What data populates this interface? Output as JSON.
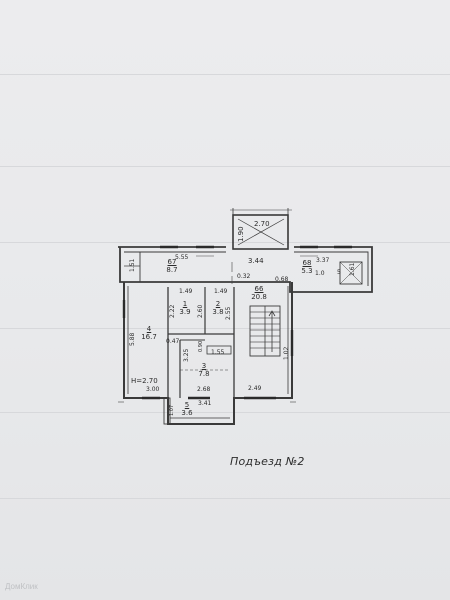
{
  "caption": "Подъезд №2",
  "watermark": "ДомКлик",
  "ceiling_height": "H=2.70",
  "rooms": [
    {
      "id": "67",
      "area": "8.7"
    },
    {
      "id": "66",
      "area": "20.8"
    },
    {
      "id": "68",
      "area": "5.3"
    },
    {
      "id": "1",
      "area": "3.9"
    },
    {
      "id": "2",
      "area": "3.8"
    },
    {
      "id": "3",
      "area": "7.8"
    },
    {
      "id": "4",
      "area": "16.7"
    },
    {
      "id": "5",
      "area": "3.6"
    }
  ],
  "dimensions": {
    "lift_width": "2.70",
    "lift_depth": "1.90",
    "corridor_left_width": "5.55",
    "corridor_left_depth": "1.51",
    "corridor_mid": "3.44",
    "corridor_right_width": "3.37",
    "corridor_right_depth": "1.61",
    "hall_left": "0.32",
    "hall_right": "0.68",
    "room1_width": "1.49",
    "room2_width": "1.49",
    "room1_depth": "2.22",
    "room2_depth": "2.60",
    "room2_side": "2.55",
    "room4_depth": "5.88",
    "partition": "0.47",
    "room3_side": "3.25",
    "niche_small": "0.90",
    "niche_width": "1.55",
    "hall_stair_side": "1.02",
    "room4_width": "3.00",
    "room3_width": "2.68",
    "hall_bottom_width": "2.49",
    "balcony_width": "3.41",
    "balcony_depth": "1.07"
  },
  "small_marks": [
    "1.0",
    "5"
  ]
}
